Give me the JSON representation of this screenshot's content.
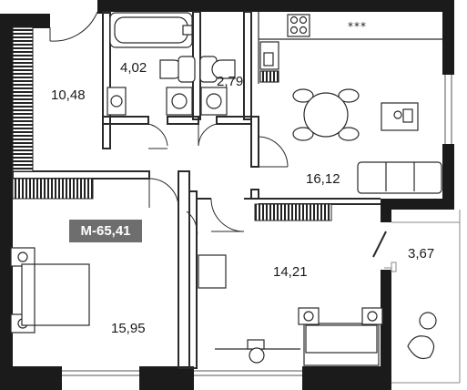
{
  "plan": {
    "badge": "М-65,41",
    "stove_marks": "***",
    "rooms": {
      "entry_hall": "10,48",
      "bathroom": "4,02",
      "wc": "2,79",
      "kitchen_living": "16,12",
      "balcony": "3,67",
      "bedroom_middle": "14,21",
      "bedroom_left": "15,95"
    },
    "colors": {
      "wall": "#1b1b1b",
      "line": "#2a2a2a",
      "badge": "#6e6e6e"
    }
  }
}
